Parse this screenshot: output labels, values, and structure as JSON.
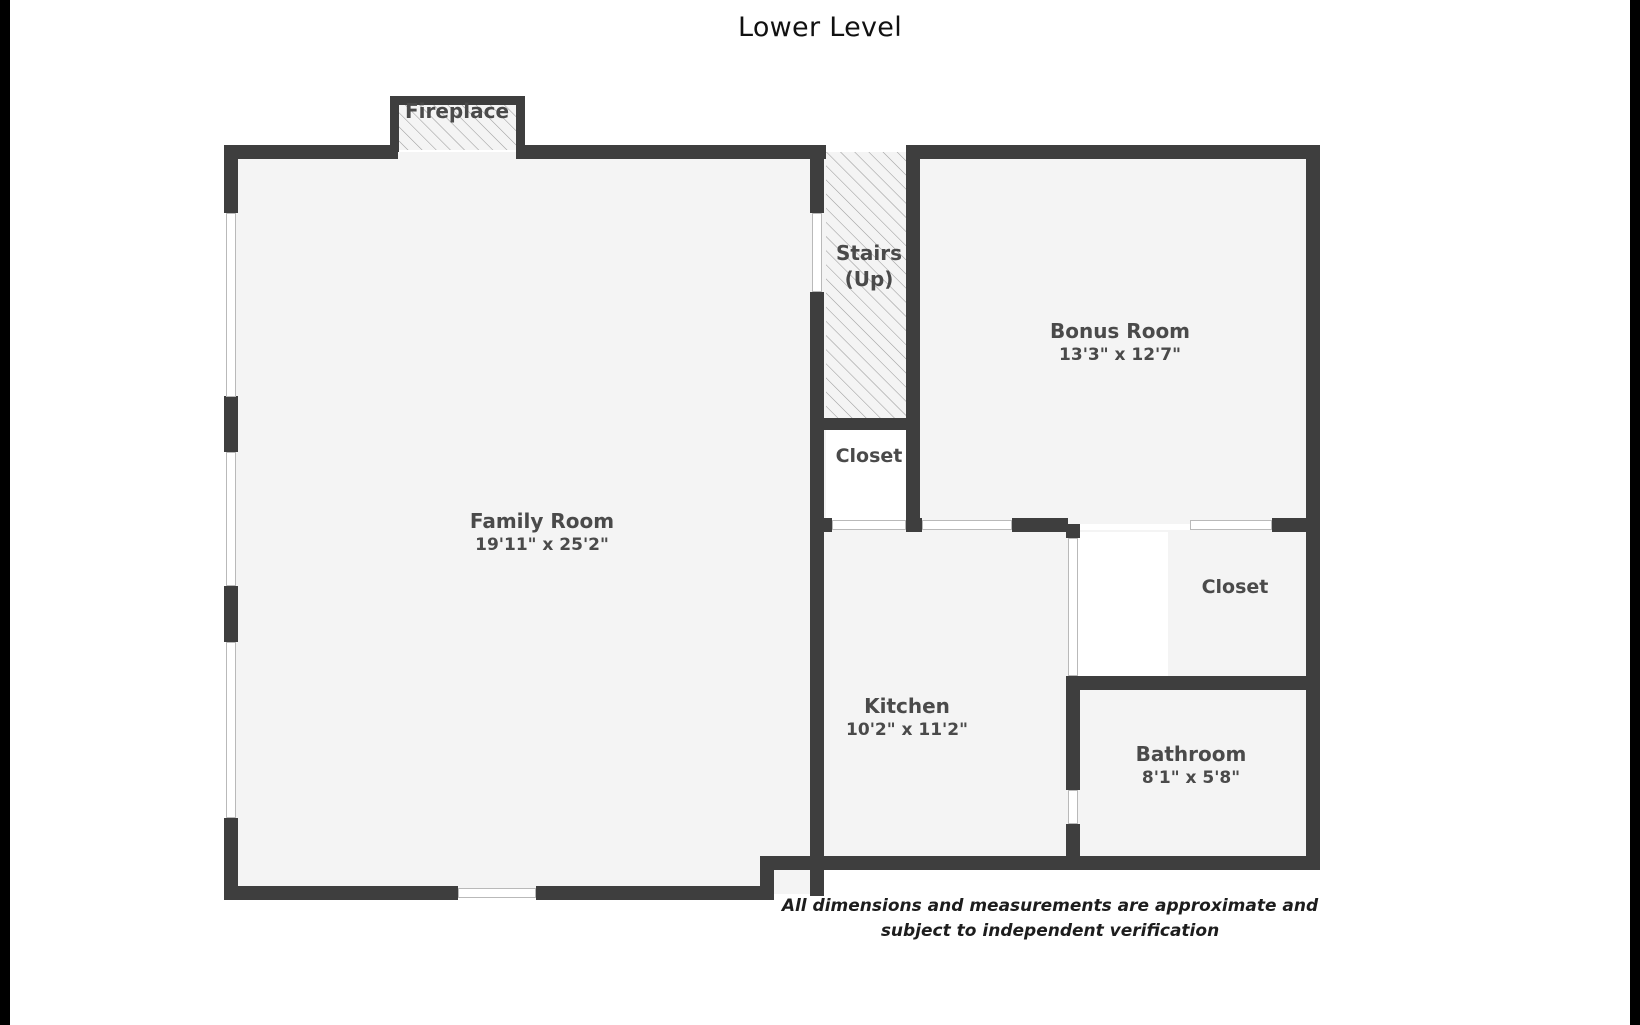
{
  "page": {
    "title": "Lower Level",
    "background_color": "#ffffff",
    "wall_color": "#3e3e3e",
    "room_fill_color": "#f4f4f4",
    "label_color": "#4a4a4a"
  },
  "rooms": [
    {
      "id": "fireplace",
      "name": "Fireplace",
      "dimensions": "",
      "hatched": true
    },
    {
      "id": "family_room",
      "name": "Family Room",
      "dimensions": "19'11\" x 25'2\"",
      "hatched": false
    },
    {
      "id": "stairs",
      "name": "Stairs",
      "name2": "(Up)",
      "dimensions": "",
      "hatched": true
    },
    {
      "id": "closet_left",
      "name": "Closet",
      "dimensions": "",
      "hatched": false
    },
    {
      "id": "bonus_room",
      "name": "Bonus Room",
      "dimensions": "13'3\" x 12'7\"",
      "hatched": false
    },
    {
      "id": "kitchen",
      "name": "Kitchen",
      "dimensions": "10'2\" x 11'2\"",
      "hatched": false
    },
    {
      "id": "closet_right",
      "name": "Closet",
      "dimensions": "",
      "hatched": false
    },
    {
      "id": "bathroom",
      "name": "Bathroom",
      "dimensions": "8'1\" x 5'8\"",
      "hatched": false
    }
  ],
  "disclaimer": {
    "line1": "All dimensions and measurements are approximate and",
    "line2": "subject to independent verification"
  }
}
